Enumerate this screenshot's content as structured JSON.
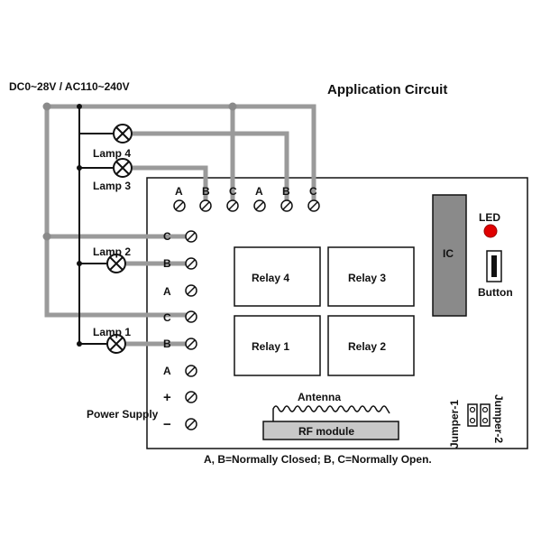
{
  "title": "Application Circuit",
  "supply_label": "DC0~28V / AC110~240V",
  "lamps": {
    "lamp1": "Lamp 1",
    "lamp2": "Lamp 2",
    "lamp3": "Lamp 3",
    "lamp4": "Lamp 4"
  },
  "top_terminals": [
    "A",
    "B",
    "C",
    "A",
    "B",
    "C"
  ],
  "left_terminals": [
    "C",
    "B",
    "A",
    "C",
    "B",
    "A",
    "+",
    "−"
  ],
  "relays": {
    "relay1": "Relay 1",
    "relay2": "Relay 2",
    "relay3": "Relay 3",
    "relay4": "Relay 4"
  },
  "ic_label": "IC",
  "led_label": "LED",
  "button_label": "Button",
  "antenna_label": "Antenna",
  "rf_module_label": "RF module",
  "power_supply_label": "Power Supply",
  "jumper1_label": "Jumper-1",
  "jumper2_label": "Jumper-2",
  "footnote": "A, B=Normally Closed; B, C=Normally Open.",
  "colors": {
    "wire_gray": "#9a9a9a",
    "ic_fill": "#8a8a8a",
    "rf_fill": "#c8c8c8",
    "led_red": "#e00000"
  }
}
